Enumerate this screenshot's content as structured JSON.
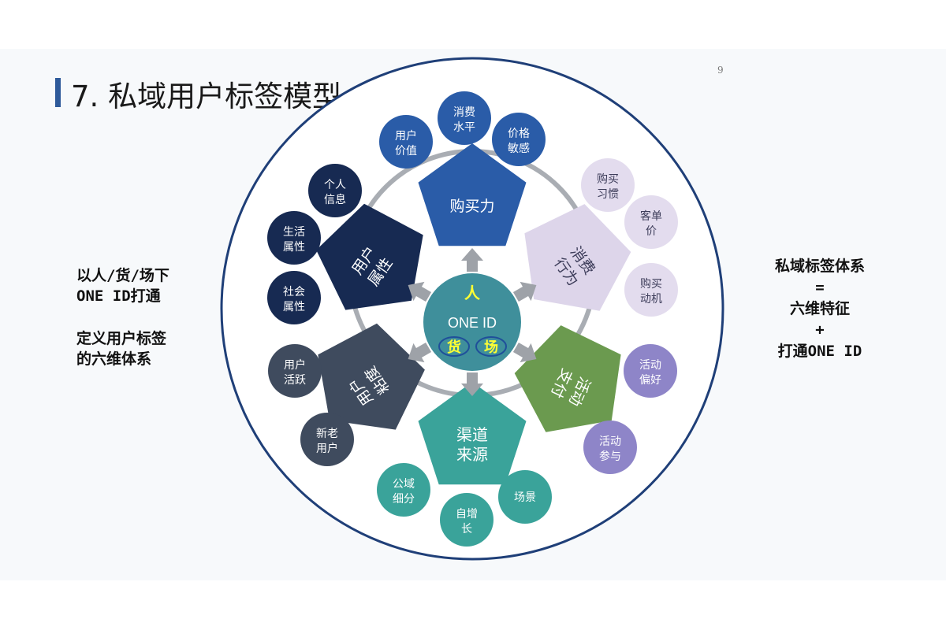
{
  "slide": {
    "title": "7. 私域用户标签模型",
    "page_number": "9"
  },
  "left_notes": {
    "line1": "以人/货/场下",
    "line2": "ONE ID打通",
    "line3": "定义用户标签",
    "line4": "的六维体系"
  },
  "right_notes": {
    "line1": "私域标签体系",
    "line2": "=",
    "line3": "六维特征",
    "line4": "+",
    "line5": "打通ONE ID"
  },
  "center": {
    "ren": "人",
    "one_id": "ONE ID",
    "huo": "货",
    "chang": "场"
  },
  "dimensions": [
    {
      "key": "buying_power",
      "line1": "购买力",
      "line2": "",
      "color": "#2a5ca8"
    },
    {
      "key": "consumption_behavior",
      "line1": "消费",
      "line2": "行为",
      "color": "#ddd5ea"
    },
    {
      "key": "activity_preference",
      "line1": "活动",
      "line2": "支付",
      "color": "#6b9a4f"
    },
    {
      "key": "channel_source",
      "line1": "渠道",
      "line2": "来源",
      "color": "#3aa39a"
    },
    {
      "key": "user_loyalty",
      "line1": "用户",
      "line2": "粘度",
      "color": "#3f4b5e"
    },
    {
      "key": "user_attributes",
      "line1": "用户",
      "line2": "属性",
      "color": "#172a52"
    }
  ],
  "tags": [
    {
      "key": "user_value",
      "line1": "用户",
      "line2": "价值",
      "color": "#2a5ca8"
    },
    {
      "key": "consumption_level",
      "line1": "消费",
      "line2": "水平",
      "color": "#2a5ca8"
    },
    {
      "key": "price_sensitivity",
      "line1": "价格",
      "line2": "敏感",
      "color": "#2a5ca8"
    },
    {
      "key": "purchase_habit",
      "line1": "购买",
      "line2": "习惯",
      "color": "#e3dcee"
    },
    {
      "key": "order_value",
      "line1": "客单",
      "line2": "价",
      "color": "#e3dcee"
    },
    {
      "key": "purchase_motive",
      "line1": "购买",
      "line2": "动机",
      "color": "#e3dcee"
    },
    {
      "key": "activity_preference",
      "line1": "活动",
      "line2": "偏好",
      "color": "#8e85c8"
    },
    {
      "key": "activity_participation",
      "line1": "活动",
      "line2": "参与",
      "color": "#8e85c8"
    },
    {
      "key": "scene",
      "line1": "场景",
      "line2": "",
      "color": "#3aa39a"
    },
    {
      "key": "self_growth",
      "line1": "自增",
      "line2": "长",
      "color": "#3aa39a"
    },
    {
      "key": "public_domain",
      "line1": "公域",
      "line2": "细分",
      "color": "#3aa39a"
    },
    {
      "key": "new_old_user",
      "line1": "新老",
      "line2": "用户",
      "color": "#3f4b5e"
    },
    {
      "key": "user_activity",
      "line1": "用户",
      "line2": "活跃",
      "color": "#3f4b5e"
    },
    {
      "key": "social_attr",
      "line1": "社会",
      "line2": "属性",
      "color": "#172a52"
    },
    {
      "key": "life_attr",
      "line1": "生活",
      "line2": "属性",
      "color": "#172a52"
    },
    {
      "key": "personal_info",
      "line1": "个人",
      "line2": "信息",
      "color": "#172a52"
    }
  ]
}
